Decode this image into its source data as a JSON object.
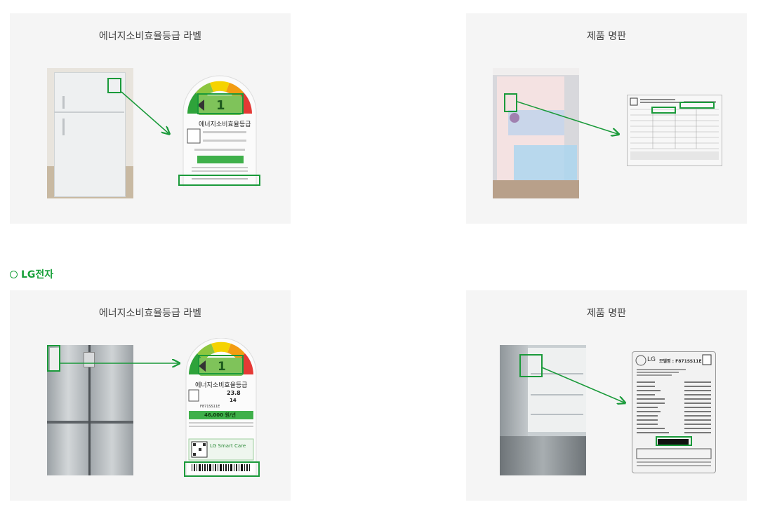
{
  "panels": {
    "p1": {
      "title": "에너지소비효율등급 라벨"
    },
    "p2": {
      "title": "제품 명판"
    },
    "p3": {
      "title": "에너지소비효율등급 라벨"
    },
    "p4": {
      "title": "제품 명판"
    }
  },
  "section": {
    "label": "LG전자"
  },
  "labels": {
    "grade": "1",
    "energy_title": "에너지소비효율등급",
    "lg_energy_kwh": "23.8",
    "lg_co2": "14",
    "lg_model": "F871SS11E",
    "lg_cost": "46,000 원/년",
    "lg_smart_care": "LG Smart Care",
    "lg_brand": "LG",
    "lg_plate_model": "모델명 : F871SS11E",
    "colors": {
      "accent": "#1a9a3a"
    }
  }
}
